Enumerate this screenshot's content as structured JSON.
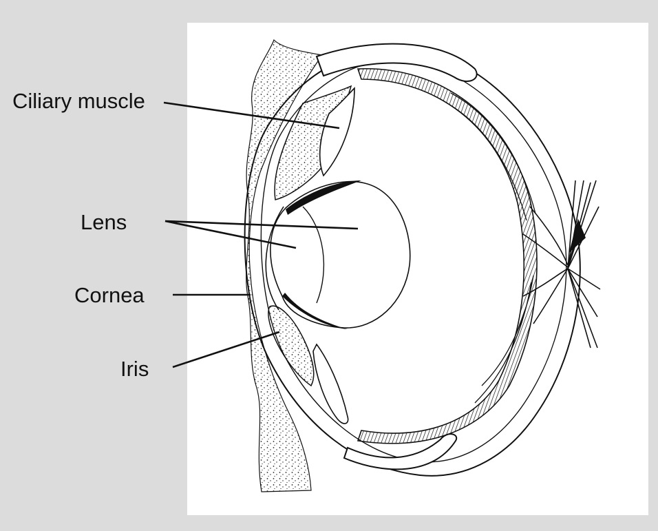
{
  "diagram": {
    "labels": {
      "ciliary_muscle": "Ciliary muscle",
      "lens": "Lens",
      "cornea": "Cornea",
      "iris": "Iris"
    }
  },
  "colors": {
    "background": "#dcdcdc",
    "panel": "#ffffff",
    "ink": "#111111"
  }
}
